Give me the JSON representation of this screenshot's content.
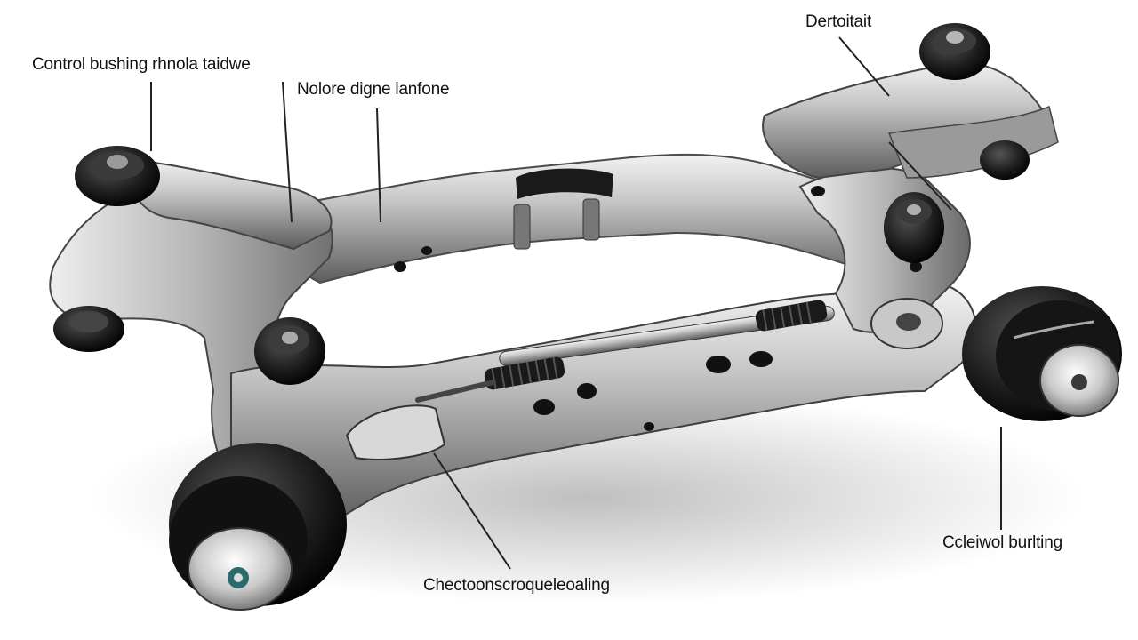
{
  "labels": {
    "top_left": "Control bushing rhnola taidwe",
    "top_center": "Nolore digne lanfone",
    "top_right": "Dertoitait",
    "bottom_center": "Chectoonscroqueleoaling",
    "bottom_right": "Ccleiwol burlting"
  },
  "colors": {
    "metal_light": "#d9d9d9",
    "metal_mid": "#a6a6a6",
    "metal_dark": "#5a5a5a",
    "rubber": "#1b1b1b",
    "leader_line": "#222222"
  }
}
